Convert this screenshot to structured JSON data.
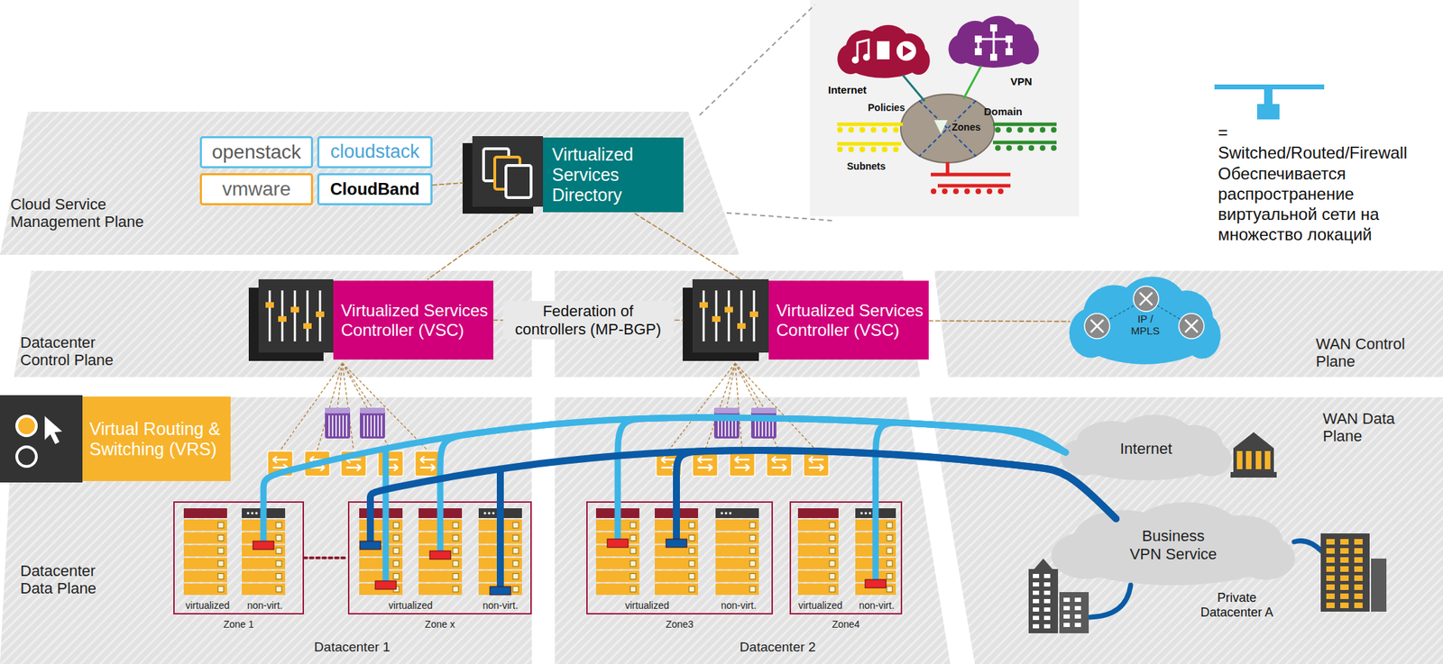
{
  "diagram": {
    "nodes": [
      {
        "text": [
          "Cloud Service Management Plane"
        ]
      },
      {
        "text": [
          "openstack"
        ],
        "in": 0
      },
      {
        "text": [
          "cloudstack"
        ],
        "in": 0
      },
      {
        "text": [
          "vmware"
        ],
        "in": 0
      },
      {
        "text": [
          "CloudBand"
        ],
        "in": 0
      },
      {
        "text": [
          "Virtualized Services Directory"
        ],
        "in": 0
      },
      {
        "text": [
          "Datacenter Control Plane"
        ]
      },
      {
        "text": [
          "Virtualized Services Controller (VSC)"
        ],
        "in": 6
      },
      {
        "text": [
          "Virtualized Services Controller (VSC)"
        ]
      },
      {
        "text": [
          "WAN Control Plane"
        ]
      },
      {
        "text": [
          "IP / MPLS"
        ],
        "in": 9
      },
      {
        "text": [
          "Datacenter Data Plane",
          "Datacenter 1"
        ]
      },
      {
        "text": [
          "Virtual Routing & Switching (VRS)"
        ]
      },
      {
        "text": [
          "virtualized",
          "non-virt.",
          "Zone 1"
        ],
        "in": 11
      },
      {
        "text": [
          "virtualized",
          "non-virt.",
          "Zone x"
        ],
        "in": 11
      },
      {
        "text": [
          "Datacenter 2"
        ]
      },
      {
        "text": [
          "virtualized",
          "non-virt.",
          "Zone3"
        ],
        "in": 15
      },
      {
        "text": [
          "virtualized",
          "non-virt.",
          "Zone4"
        ],
        "in": 15
      },
      {
        "text": [
          "WAN Data Plane"
        ]
      },
      {
        "text": [
          "Internet"
        ],
        "in": 18
      },
      {
        "text": [
          "Business VPN Service"
        ],
        "in": 18
      },
      {
        "text": [
          "Internet"
        ]
      },
      {
        "text": [
          "VPN"
        ]
      },
      {
        "text": [
          "Zones"
        ]
      }
    ],
    "edges": [
      {
        "from": 4,
        "to": 5,
        "arrow": "none"
      },
      {
        "from": 5,
        "to": 7,
        "arrow": "none"
      },
      {
        "from": 5,
        "to": 8,
        "arrow": "none"
      },
      {
        "from": 7,
        "to": 8,
        "label": "Federation of controllers (MP-BGP)",
        "arrow": "none"
      },
      {
        "from": 8,
        "to": 10,
        "arrow": "none"
      },
      {
        "from": 13,
        "to": 14,
        "arrow": "none"
      },
      {
        "from": 13,
        "to": 19,
        "arrow": "none"
      },
      {
        "from": 14,
        "to": 19,
        "arrow": "none"
      },
      {
        "from": 16,
        "to": 19,
        "arrow": "none"
      },
      {
        "from": 17,
        "to": 19,
        "arrow": "none"
      },
      {
        "from": 14,
        "to": 20,
        "arrow": "none"
      },
      {
        "from": 16,
        "to": 20,
        "arrow": "none"
      },
      {
        "from": 23,
        "to": 21,
        "arrow": "none"
      },
      {
        "from": 23,
        "to": 22,
        "arrow": "none"
      }
    ],
    "labels": [
      "Policies",
      "Domain",
      "Subnets",
      "Private Datacenter A"
    ],
    "legend": [
      {
        "text": "= Switched/Routed/Firewall Обеспечивается распространение виртуальной сети на множество локаций"
      }
    ]
  }
}
